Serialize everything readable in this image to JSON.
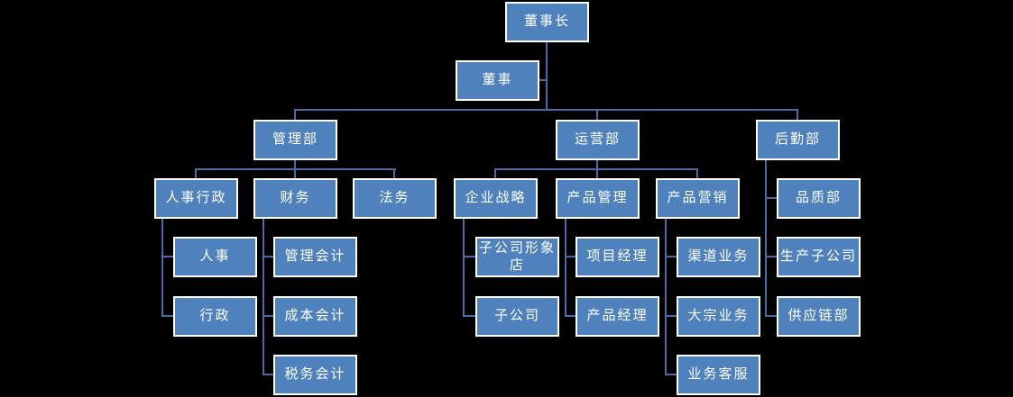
{
  "diagram": {
    "type": "org-chart",
    "colors": {
      "background": "#000000",
      "node-fill": "#4f81bd",
      "node-border": "#ffffff",
      "connector": "#4a6ba4",
      "text": "#ffffff"
    },
    "nodes": [
      {
        "id": "chairman",
        "label": "董事长",
        "parent": null
      },
      {
        "id": "director",
        "label": "董事",
        "parent": "chairman"
      },
      {
        "id": "management-dept",
        "label": "管理部",
        "parent": "chairman"
      },
      {
        "id": "operations-dept",
        "label": "运营部",
        "parent": "chairman"
      },
      {
        "id": "logistics-dept",
        "label": "后勤部",
        "parent": "chairman"
      },
      {
        "id": "hr-admin",
        "label": "人事行政",
        "parent": "management-dept"
      },
      {
        "id": "finance",
        "label": "财务",
        "parent": "management-dept"
      },
      {
        "id": "legal",
        "label": "法务",
        "parent": "management-dept"
      },
      {
        "id": "corporate-strategy",
        "label": "企业战略",
        "parent": "operations-dept"
      },
      {
        "id": "product-management",
        "label": "产品管理",
        "parent": "operations-dept"
      },
      {
        "id": "product-marketing",
        "label": "产品营销",
        "parent": "operations-dept"
      },
      {
        "id": "quality-dept",
        "label": "品质部",
        "parent": "logistics-dept"
      },
      {
        "id": "hr",
        "label": "人事",
        "parent": "hr-admin"
      },
      {
        "id": "admin",
        "label": "行政",
        "parent": "hr-admin"
      },
      {
        "id": "management-accounting",
        "label": "管理会计",
        "parent": "finance"
      },
      {
        "id": "cost-accounting",
        "label": "成本会计",
        "parent": "finance"
      },
      {
        "id": "tax-accounting",
        "label": "税务会计",
        "parent": "finance"
      },
      {
        "id": "subsidiary-flagship-store",
        "label": "子公司形象店",
        "parent": "corporate-strategy"
      },
      {
        "id": "subsidiary",
        "label": "子公司",
        "parent": "corporate-strategy"
      },
      {
        "id": "project-manager",
        "label": "项目经理",
        "parent": "product-management"
      },
      {
        "id": "product-manager",
        "label": "产品经理",
        "parent": "product-management"
      },
      {
        "id": "channel-business",
        "label": "渠道业务",
        "parent": "product-marketing"
      },
      {
        "id": "bulk-business",
        "label": "大宗业务",
        "parent": "product-marketing"
      },
      {
        "id": "business-customer-service",
        "label": "业务客服",
        "parent": "product-marketing"
      },
      {
        "id": "production-subsidiary",
        "label": "生产子公司",
        "parent": "logistics-dept"
      },
      {
        "id": "supply-chain-dept",
        "label": "供应链部",
        "parent": "logistics-dept"
      }
    ]
  }
}
